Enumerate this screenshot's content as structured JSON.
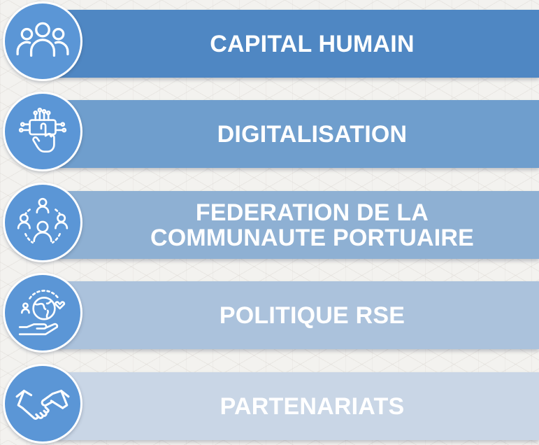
{
  "items": [
    {
      "label": "CAPITAL HUMAIN",
      "icon": "people-group-icon",
      "bar_color": "#4f87c3",
      "circle_color": "#5b96d6"
    },
    {
      "label": "DIGITALISATION",
      "icon": "touch-circuit-icon",
      "bar_color": "#6f9ecd",
      "circle_color": "#5b96d6"
    },
    {
      "label": "FEDERATION DE LA\nCOMMUNAUTE PORTUAIRE",
      "icon": "community-network-icon",
      "bar_color": "#8eb0d3",
      "circle_color": "#5b96d6"
    },
    {
      "label": "POLITIQUE RSE",
      "icon": "globe-hand-icon",
      "bar_color": "#abc2dc",
      "circle_color": "#5b96d6"
    },
    {
      "label": "PARTENARIATS",
      "icon": "handshake-icon",
      "bar_color": "#c9d6e6",
      "circle_color": "#5b96d6"
    }
  ]
}
